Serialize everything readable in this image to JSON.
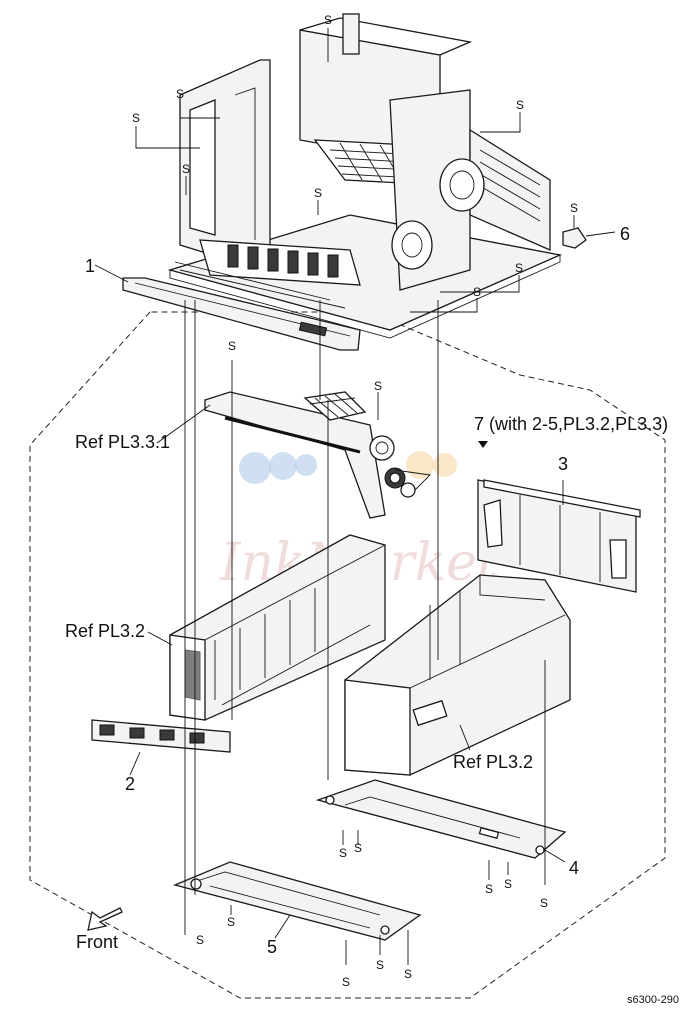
{
  "callouts": {
    "c1": "1",
    "c2": "2",
    "c3": "3",
    "c4": "4",
    "c5": "5",
    "c6": "6",
    "c7": "7 (with 2-5,PL3.2,PL3.3)",
    "ref_pl331": "Ref PL3.3.1",
    "ref_pl32_left": "Ref PL3.2",
    "ref_pl32_right": "Ref PL3.2"
  },
  "screw_label": "S",
  "front_label": "Front",
  "figure_code": "s6300-290",
  "watermark_text": "InkMarket"
}
